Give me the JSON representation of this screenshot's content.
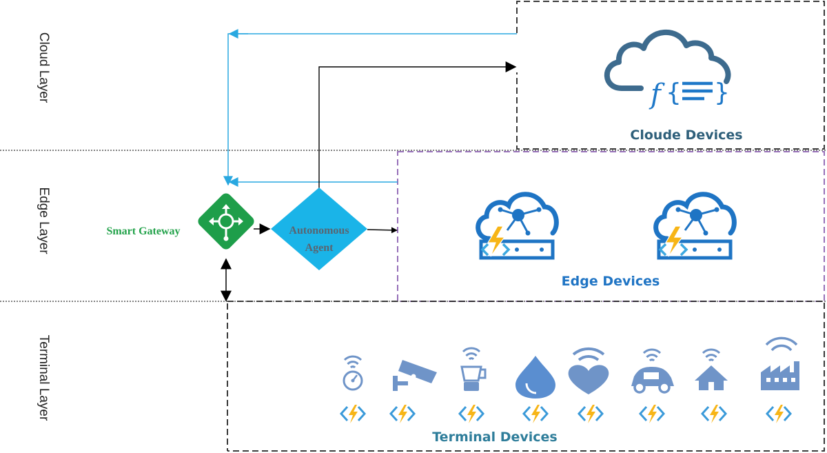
{
  "layers": {
    "cloud": "Cloud Layer",
    "edge": "Edge Layer",
    "terminal": "Terminal Layer"
  },
  "nodes": {
    "gateway": "Smart Gateway",
    "agent_line1": "Autonomous",
    "agent_line2": "Agent"
  },
  "groups": {
    "cloud": "Cloude Devices",
    "edge": "Edge Devices",
    "terminal": "Terminal Devices"
  },
  "terminal_icons": [
    "gauge-icon",
    "security-camera-icon",
    "blender-icon",
    "water-drop-icon",
    "heart-icon",
    "car-icon",
    "home-icon",
    "factory-icon"
  ],
  "colors": {
    "cloud_label": "#2e5f7a",
    "edge_label": "#1f74c4",
    "terminal_label": "#2e7d9a",
    "gateway": "#1e9e4a",
    "agent": "#1ab4e8",
    "cyan_arrow": "#29a8e0",
    "edge_box": "#8a5fb0",
    "device_blue": "#1e74c4",
    "terminal_icon": "#6f94c8",
    "bolt": "#f7b517"
  }
}
